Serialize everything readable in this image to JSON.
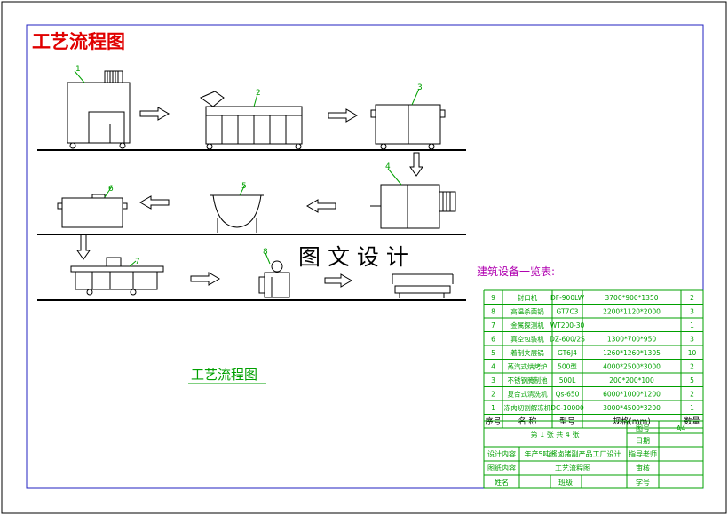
{
  "title_red": "工艺流程图",
  "watermark": "图 文 设 计",
  "bottom_label": "工艺流程图",
  "table_title": "建筑设备一览表:",
  "equipment_rows": [
    {
      "no": "9",
      "name": "封口机",
      "model": "DF-900LW",
      "spec": "3700*900*1350",
      "qty": "2"
    },
    {
      "no": "8",
      "name": "高温杀菌锅",
      "model": "GT7C3",
      "spec": "2200*1120*2000",
      "qty": "3"
    },
    {
      "no": "7",
      "name": "金属探测机",
      "model": "WT200-30",
      "spec": "",
      "qty": "1"
    },
    {
      "no": "6",
      "name": "真空包装机",
      "model": "DZ-600/2S",
      "spec": "1300*700*950",
      "qty": "3"
    },
    {
      "no": "5",
      "name": "着制夹层锅",
      "model": "GT6J4",
      "spec": "1260*1260*1305",
      "qty": "10"
    },
    {
      "no": "4",
      "name": "蒸汽式烘烤炉",
      "model": "500型",
      "spec": "4000*2500*3000",
      "qty": "2"
    },
    {
      "no": "3",
      "name": "不锈钢腌制池",
      "model": "500L",
      "spec": "200*200*100",
      "qty": "5"
    },
    {
      "no": "2",
      "name": "复合式清洗机",
      "model": "Qs-650",
      "spec": "6000*1000*1200",
      "qty": "2"
    },
    {
      "no": "1",
      "name": "冻肉切割解冻机",
      "model": "DC-10000",
      "spec": "3000*4500*3200",
      "qty": "1"
    }
  ],
  "header_row": {
    "no": "序号",
    "name": "名 称",
    "model": "型号",
    "spec": "规格(mm)",
    "qty": "数量"
  },
  "title_block": {
    "sheet": "第 1 张  共 4 张",
    "drawing_no_label": "图号",
    "drawing_no_value": "A4",
    "date_label": "日期",
    "design_label": "设计内容",
    "design_value": "年产5吨酱卤猪副产品工厂设计",
    "advisor_label": "指导老师",
    "content_label": "图纸内容",
    "content_value": "工艺流程图",
    "review_label": "审核",
    "name_label": "姓名",
    "class_label": "班级",
    "id_label": "学号"
  },
  "machine_numbers": [
    "1",
    "2",
    "3",
    "4",
    "5",
    "6",
    "7",
    "8"
  ]
}
